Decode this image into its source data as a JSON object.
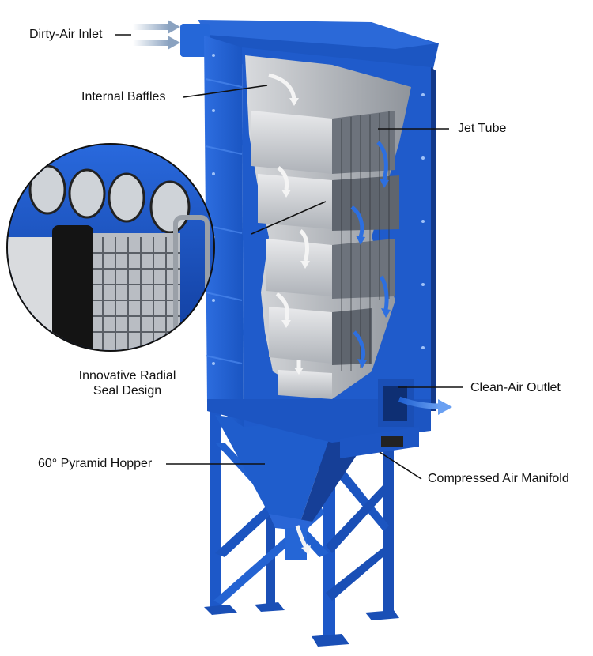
{
  "labels": {
    "dirty_air_inlet": "Dirty-Air Inlet",
    "internal_baffles": "Internal Baffles",
    "jet_tube": "Jet Tube",
    "radial_seal_line1": "Innovative Radial",
    "radial_seal_line2": "Seal Design",
    "clean_air_outlet": "Clean-Air Outlet",
    "pyramid_hopper": "60° Pyramid Hopper",
    "compressed_air_manifold": "Compressed Air Manifold"
  },
  "colors": {
    "housing_blue": "#1f5fd1",
    "housing_dark": "#123d97",
    "housing_light": "#3b7fe6",
    "cartridge_gray": "#c9ccd1",
    "airflow_white": "#f2f2f2",
    "airflow_blue": "#2d6fe0",
    "leader_line": "#111111"
  },
  "icons": [
    "dirty-air-arrow-icon",
    "clean-air-arrow-icon",
    "airflow-arrow-icon"
  ]
}
